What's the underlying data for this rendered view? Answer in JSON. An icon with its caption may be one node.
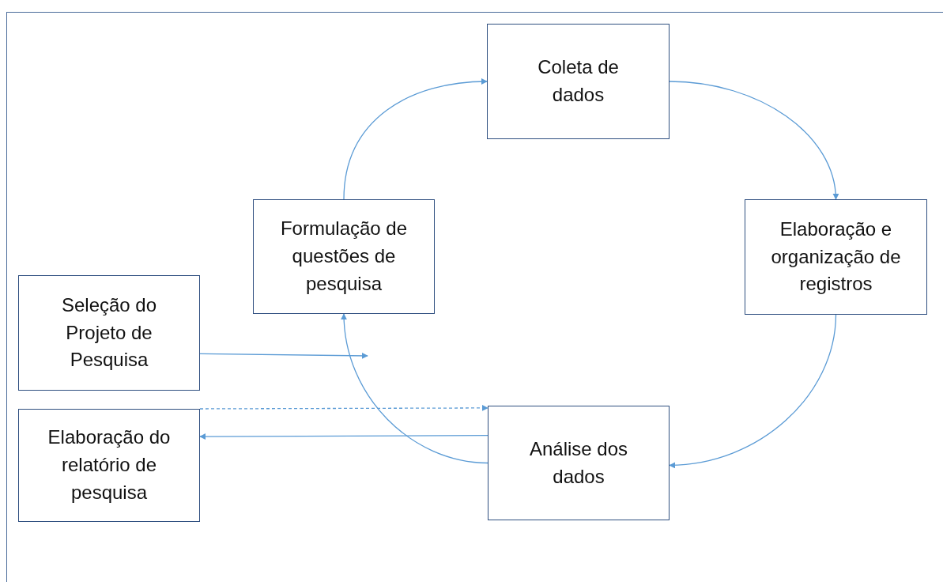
{
  "diagram": {
    "nodes": [
      {
        "text": [
          "Coleta de dados"
        ]
      },
      {
        "text": [
          "Formulação de questões de pesquisa"
        ]
      },
      {
        "text": [
          "Elaboração e organização de registros"
        ]
      },
      {
        "text": [
          "Seleção do Projeto de Pesquisa"
        ]
      },
      {
        "text": [
          "Elaboração do relatório de pesquisa"
        ]
      },
      {
        "text": [
          "Análise dos dados"
        ]
      }
    ],
    "edges": [
      {
        "from": 1,
        "to": 0,
        "arrow": "to"
      },
      {
        "from": 0,
        "to": 2,
        "arrow": "to"
      },
      {
        "from": 2,
        "to": 5,
        "arrow": "to"
      },
      {
        "from": 5,
        "to": 1,
        "arrow": "to"
      },
      {
        "from": 3,
        "to": null,
        "arrow": "to"
      },
      {
        "from": 4,
        "to": 5,
        "arrow": "to",
        "style": "dashed"
      },
      {
        "from": 5,
        "to": 4,
        "arrow": "to"
      }
    ]
  }
}
